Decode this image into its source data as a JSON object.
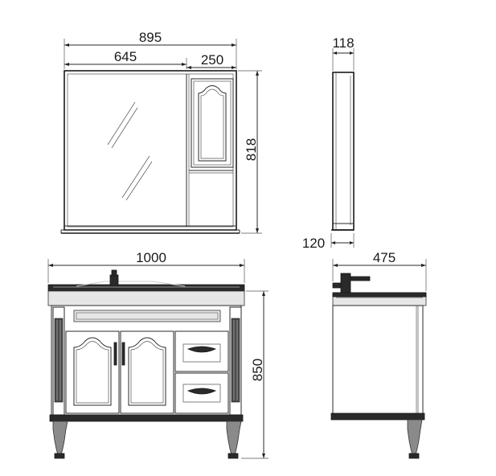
{
  "dimensions": {
    "mirror_width": "895",
    "mirror_mirror_width": "645",
    "mirror_cabinet_width": "250",
    "mirror_height": "818",
    "mirror_depth": "118",
    "mirror_shelf_depth": "120",
    "vanity_width": "1000",
    "vanity_depth": "475",
    "vanity_height": "850"
  }
}
